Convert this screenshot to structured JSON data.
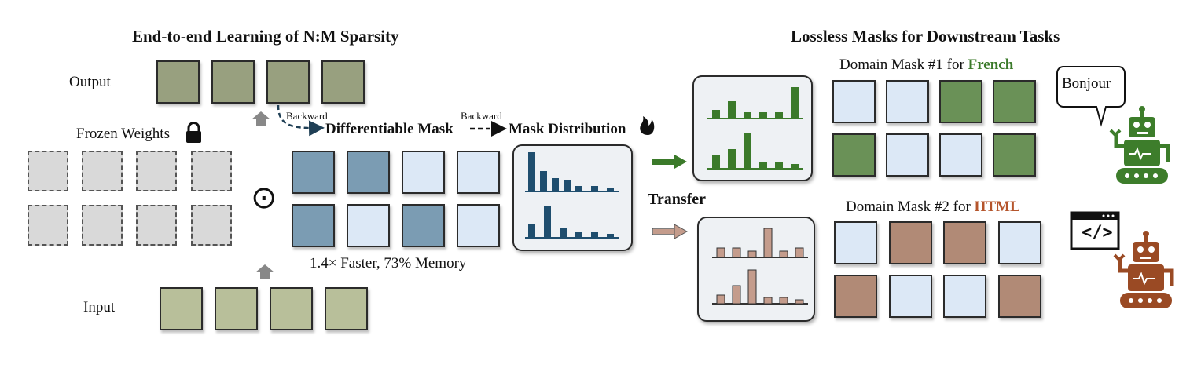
{
  "left": {
    "title": "End-to-end Learning of N:M Sparsity",
    "output_label": "Output",
    "frozen_label": "Frozen Weights",
    "input_label": "Input",
    "odot_symbol": "⊙",
    "backward_label_1": "Backward",
    "backward_label_2": "Backward",
    "diff_mask_label": "Differentiable Mask",
    "mask_dist_label": "Mask Distribution",
    "efficiency_note": "1.4× Faster, 73% Memory"
  },
  "center": {
    "transfer_label": "Transfer"
  },
  "right": {
    "title": "Lossless Masks for Downstream Tasks",
    "mask1_prefix": "Domain Mask #1 for ",
    "mask1_domain": "French",
    "mask2_prefix": "Domain Mask #2 for ",
    "mask2_domain": "HTML",
    "speech_text": "Bonjour",
    "code_icon_text": "</>"
  },
  "colors": {
    "output_green": "#98a07f",
    "input_green": "#b8bf9a",
    "mask_blue": "#7b9cb3",
    "mask_light": "#dce8f6",
    "french_green": "#6a9157",
    "html_brown": "#b18a76",
    "bar_blue": "#1f4e6e",
    "bar_green": "#3b7a2a",
    "bar_brown": "#c49c8c",
    "robot_green": "#3d7d2b",
    "robot_brown": "#9a4a24"
  }
}
